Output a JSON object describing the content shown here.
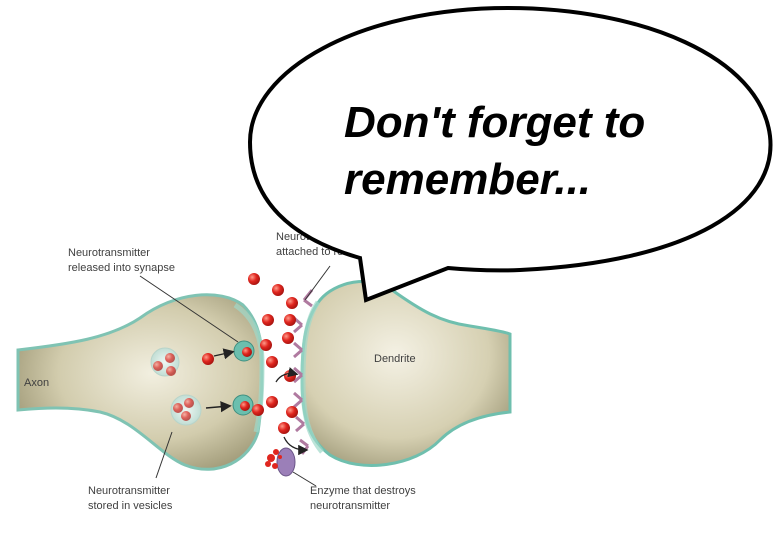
{
  "speech_bubble": {
    "line1": "Don't forget to",
    "line2": "remember..."
  },
  "labels": {
    "released_line1": "Neurotransmitter",
    "released_line2": "released into synapse",
    "attached_line1": "Neurotransmitter",
    "attached_line2": "attached to receptor",
    "axon": "Axon",
    "dendrite": "Dendrite",
    "stored_line1": "Neurotransmitter",
    "stored_line2": "stored in vesicles",
    "enzyme_line1": "Enzyme that destroys",
    "enzyme_line2": "neurotransmitter"
  },
  "colors": {
    "neurotransmitter": "#e0261f",
    "receptor": "#c58fb4",
    "enzyme": "#9b7fb8",
    "membrane": "#7fc3b3",
    "neuron_body": "#c9c3a2"
  }
}
